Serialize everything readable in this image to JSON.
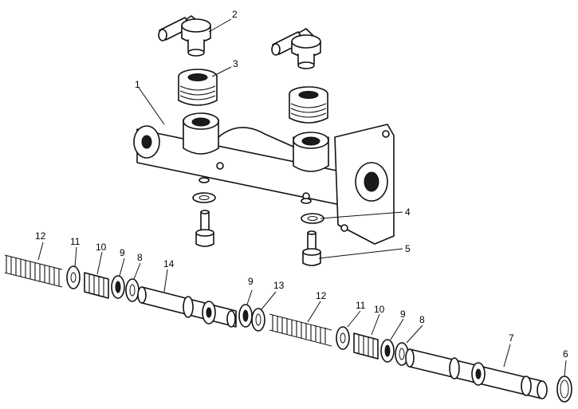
{
  "callouts": {
    "c1": "1",
    "c2": "2",
    "c3": "3",
    "c4": "4",
    "c5": "5",
    "c6": "6",
    "c7": "7",
    "c8a": "8",
    "c8b": "8",
    "c9a": "9",
    "c9b": "9",
    "c9c": "9",
    "c10a": "10",
    "c10b": "10",
    "c11a": "11",
    "c11b": "11",
    "c12a": "12",
    "c12b": "12",
    "c13": "13",
    "c14": "14"
  }
}
